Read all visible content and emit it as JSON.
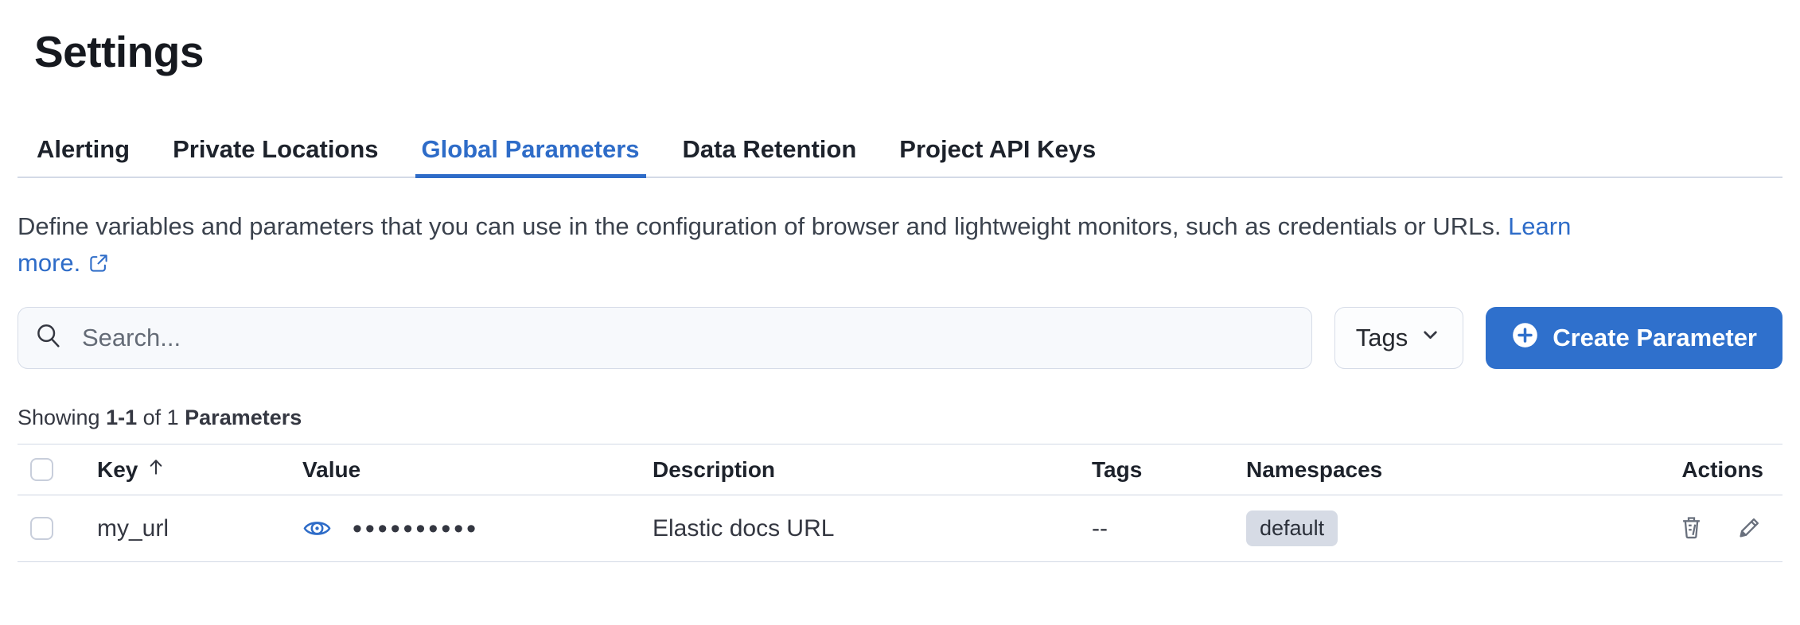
{
  "page": {
    "title": "Settings"
  },
  "tabs": [
    {
      "label": "Alerting",
      "active": false
    },
    {
      "label": "Private Locations",
      "active": false
    },
    {
      "label": "Global Parameters",
      "active": true
    },
    {
      "label": "Data Retention",
      "active": false
    },
    {
      "label": "Project API Keys",
      "active": false
    }
  ],
  "description": {
    "text": "Define variables and parameters that you can use in the configuration of browser and lightweight monitors, such as credentials or URLs. ",
    "link_part1": "Learn",
    "link_part2": "more."
  },
  "toolbar": {
    "search_placeholder": "Search...",
    "tags_filter_label": "Tags",
    "create_button_label": "Create Parameter"
  },
  "showing": {
    "prefix": "Showing ",
    "range": "1-1",
    "middle": " of 1 ",
    "entity": "Parameters"
  },
  "table": {
    "columns": [
      "Key",
      "Value",
      "Description",
      "Tags",
      "Namespaces",
      "Actions"
    ],
    "sort": {
      "column": "Key",
      "direction": "asc"
    },
    "rows": [
      {
        "key": "my_url",
        "value_masked": "••••••••••",
        "description": "Elastic docs URL",
        "tags": "--",
        "namespaces": [
          "default"
        ]
      }
    ]
  },
  "icons": {
    "search": "magnifier-icon",
    "tags_filter": "chevron-down-icon",
    "create": "plus-in-circle-icon",
    "learn_more": "external-link-icon",
    "value_reveal": "eye-icon",
    "sort_key": "arrow-up-icon",
    "delete": "trash-icon",
    "edit": "pencil-icon"
  },
  "colors": {
    "primary_link": "#2e6cc8",
    "primary_button": "#2f70cc",
    "text": "#343741",
    "muted_text": "#646b76",
    "divider": "#d3dae6",
    "badge_bg": "#d6dbe5",
    "input_bg": "#f7f9fc"
  }
}
